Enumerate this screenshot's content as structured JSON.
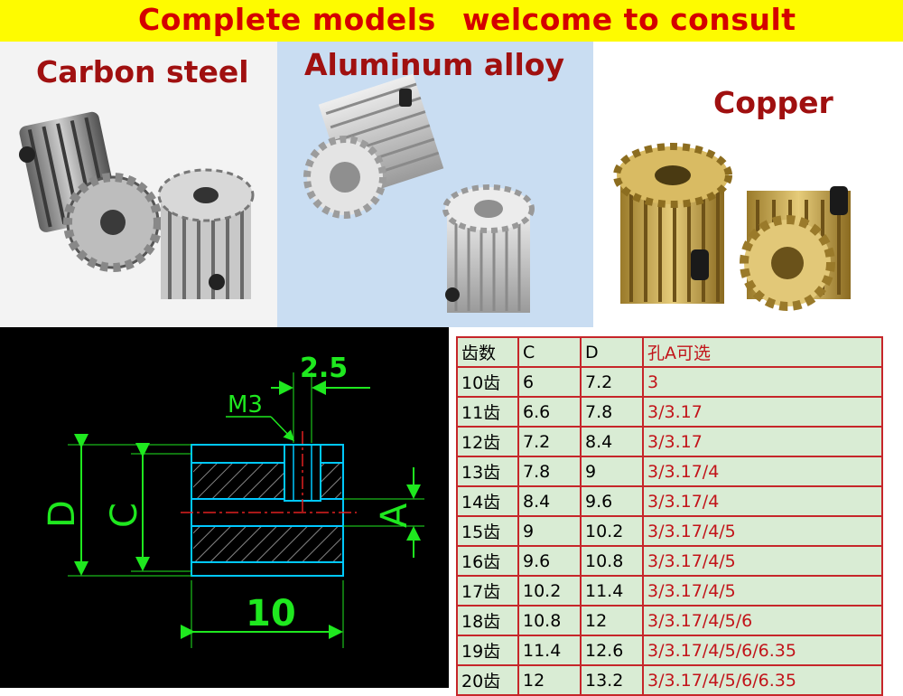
{
  "banner": {
    "left_text": "Complete models",
    "right_text": "welcome to consult",
    "background": "#fefb00",
    "text_color": "#d40000"
  },
  "materials": [
    {
      "label": "Carbon steel",
      "panel_color": "#f2f2f2"
    },
    {
      "label": "Aluminum alloy",
      "panel_color": "#c9ddf2"
    },
    {
      "label": "Copper",
      "panel_color": "#ffffff"
    }
  ],
  "drawing": {
    "dim_top": "2.5",
    "thread": "M3",
    "dim_D": "D",
    "dim_C": "C",
    "dim_A": "A",
    "dim_length": "10",
    "line_color": "#00c8ff",
    "dim_color": "#1fe81f"
  },
  "table": {
    "headers": [
      "齿数",
      "C",
      "D",
      "孔A可选"
    ],
    "rows": [
      [
        "10齿",
        "6",
        "7.2",
        "3"
      ],
      [
        "11齿",
        "6.6",
        "7.8",
        "3/3.17"
      ],
      [
        "12齿",
        "7.2",
        "8.4",
        "3/3.17"
      ],
      [
        "13齿",
        "7.8",
        "9",
        "3/3.17/4"
      ],
      [
        "14齿",
        "8.4",
        "9.6",
        "3/3.17/4"
      ],
      [
        "15齿",
        "9",
        "10.2",
        "3/3.17/4/5"
      ],
      [
        "16齿",
        "9.6",
        "10.8",
        "3/3.17/4/5"
      ],
      [
        "17齿",
        "10.2",
        "11.4",
        "3/3.17/4/5"
      ],
      [
        "18齿",
        "10.8",
        "12",
        "3/3.17/4/5/6"
      ],
      [
        "19齿",
        "11.4",
        "12.6",
        "3/3.17/4/5/6/6.35"
      ],
      [
        "20齿",
        "12",
        "13.2",
        "3/3.17/4/5/6/6.35"
      ]
    ],
    "border_color": "#c6262a",
    "cell_bg": "#d9ecd4"
  }
}
